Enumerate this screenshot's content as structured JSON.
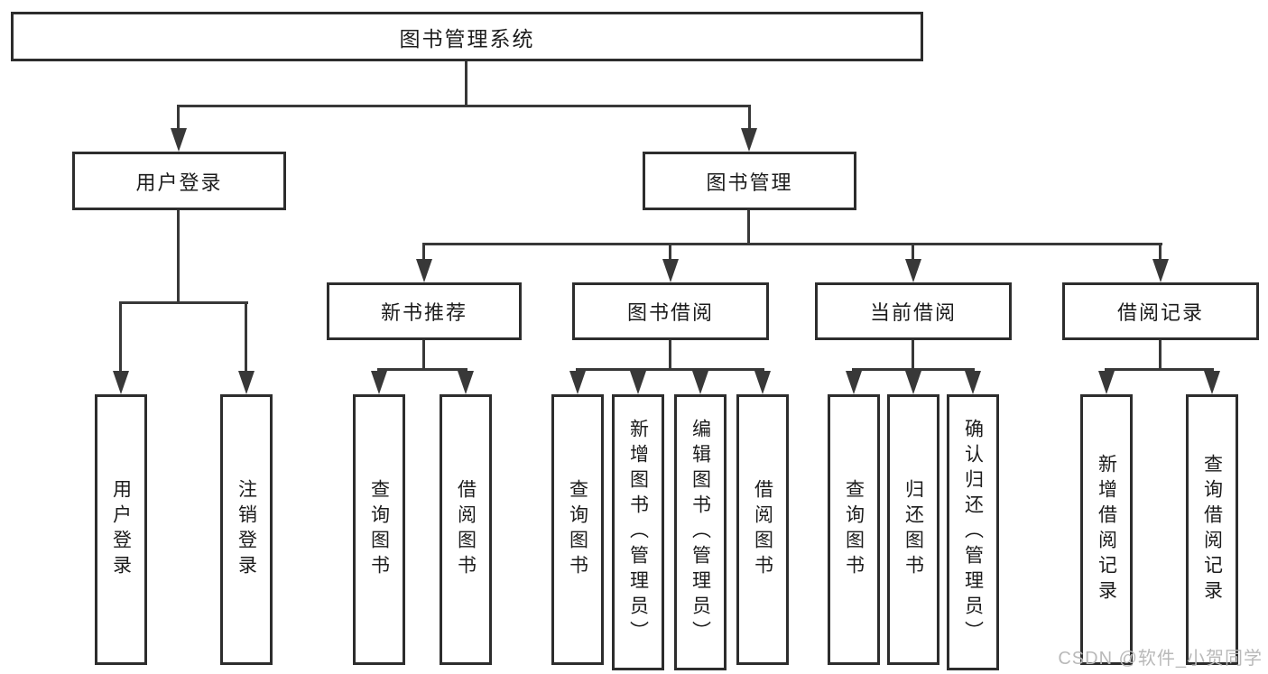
{
  "colors": {
    "box_border": "#2d2d2d",
    "connector_line": "#383838",
    "text_ink": "#1c1c1c",
    "watermark_gray": "#b9b9b9",
    "background": "#ffffff"
  },
  "watermark": {
    "text": "CSDN @软件_小贺同学"
  },
  "tree": {
    "root": {
      "label": "图书管理系统"
    },
    "user_login": {
      "label": "用户登录",
      "children": [
        {
          "label": "用户登录"
        },
        {
          "label": "注销登录"
        }
      ]
    },
    "book_mgmt": {
      "label": "图书管理",
      "children": [
        {
          "label": "新书推荐",
          "children": [
            {
              "label": "查询图书"
            },
            {
              "label": "借阅图书"
            }
          ]
        },
        {
          "label": "图书借阅",
          "children": [
            {
              "label": "查询图书"
            },
            {
              "label": "新增图书（管理员）"
            },
            {
              "label": "编辑图书（管理员）"
            },
            {
              "label": "借阅图书"
            }
          ]
        },
        {
          "label": "当前借阅",
          "children": [
            {
              "label": "查询图书"
            },
            {
              "label": "归还图书"
            },
            {
              "label": "确认归还（管理员）"
            }
          ]
        },
        {
          "label": "借阅记录",
          "children": [
            {
              "label": "新增借阅记录"
            },
            {
              "label": "查询借阅记录"
            }
          ]
        }
      ]
    }
  }
}
